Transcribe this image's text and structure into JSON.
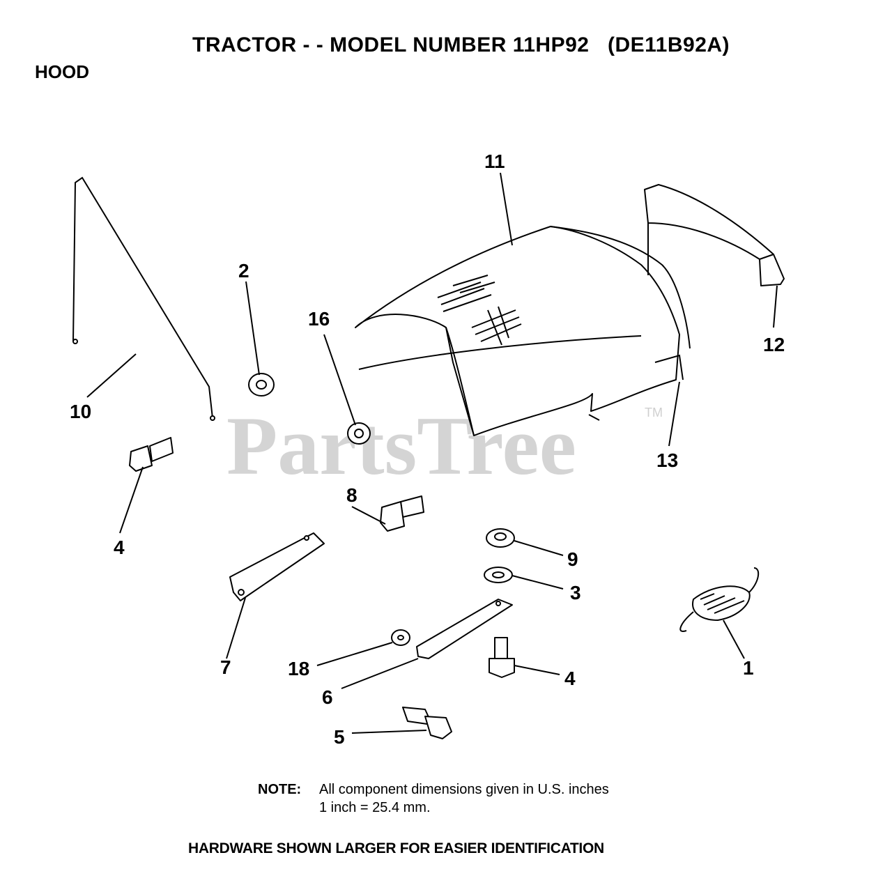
{
  "title": "TRACTOR - - MODEL NUMBER 11HP92   (DE11B92A)",
  "section": "HOOD",
  "watermark": {
    "text": "PartsTree",
    "tm": "TM"
  },
  "callouts": {
    "c1": "1",
    "c2": "2",
    "c3": "3",
    "c4a": "4",
    "c4b": "4",
    "c5": "5",
    "c6": "6",
    "c7": "7",
    "c8": "8",
    "c9": "9",
    "c10": "10",
    "c11": "11",
    "c12": "12",
    "c13": "13",
    "c16": "16",
    "c18": "18"
  },
  "note": {
    "label": "NOTE:",
    "line1": "All component dimensions given in U.S. inches",
    "line2": "1 inch = 25.4 mm."
  },
  "footer": "HARDWARE SHOWN LARGER FOR EASIER IDENTIFICATION"
}
